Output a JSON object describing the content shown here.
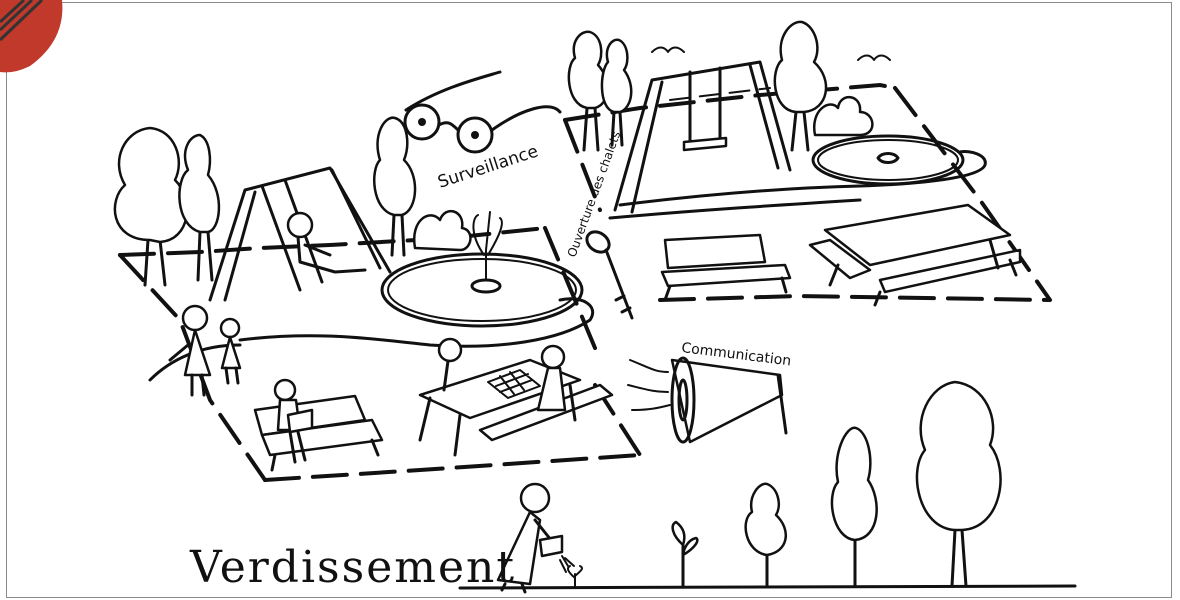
{
  "labels": {
    "surveillance": "Surveillance",
    "ouverture": "Ouverture des chalets",
    "communication": "Communication",
    "verdissement": "Verdissement"
  },
  "colors": {
    "ink": "#111111",
    "corner_badge": "#c0392b",
    "frame": "#8a8a8a"
  }
}
